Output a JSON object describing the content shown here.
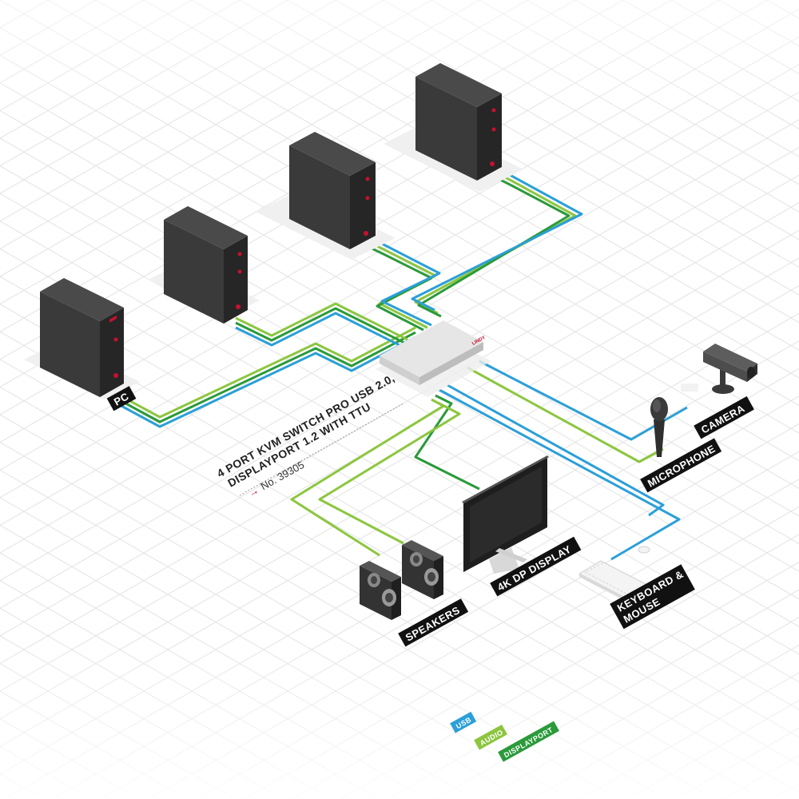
{
  "labels": {
    "pc": "PC",
    "camera": "CAMERA",
    "microphone": "MICROPHONE",
    "keyboard_mouse_line1": "KEYBOARD &",
    "keyboard_mouse_line2": "MOUSE",
    "display": "4K DP DISPLAY",
    "speakers": "SPEAKERS"
  },
  "product": {
    "line1": "4 PORT KVM SWITCH PRO USB 2.0,",
    "line2": "DISPLAYPORT 1.2 WITH TTU",
    "part_number": "No. 39305",
    "brand": "LINDY"
  },
  "legend": [
    {
      "label": "USB",
      "color": "#2b9fd8"
    },
    {
      "label": "AUDIO",
      "color": "#8cc63f"
    },
    {
      "label": "DISPLAYPORT",
      "color": "#2a9a3a"
    }
  ],
  "colors": {
    "usb": "#2b9fd8",
    "audio": "#8cc63f",
    "displayport": "#2a9a3a",
    "grid": "#e3e3e3",
    "label_bg": "#111111",
    "tower": "#3a3a3a",
    "accent": "#c8102e"
  }
}
